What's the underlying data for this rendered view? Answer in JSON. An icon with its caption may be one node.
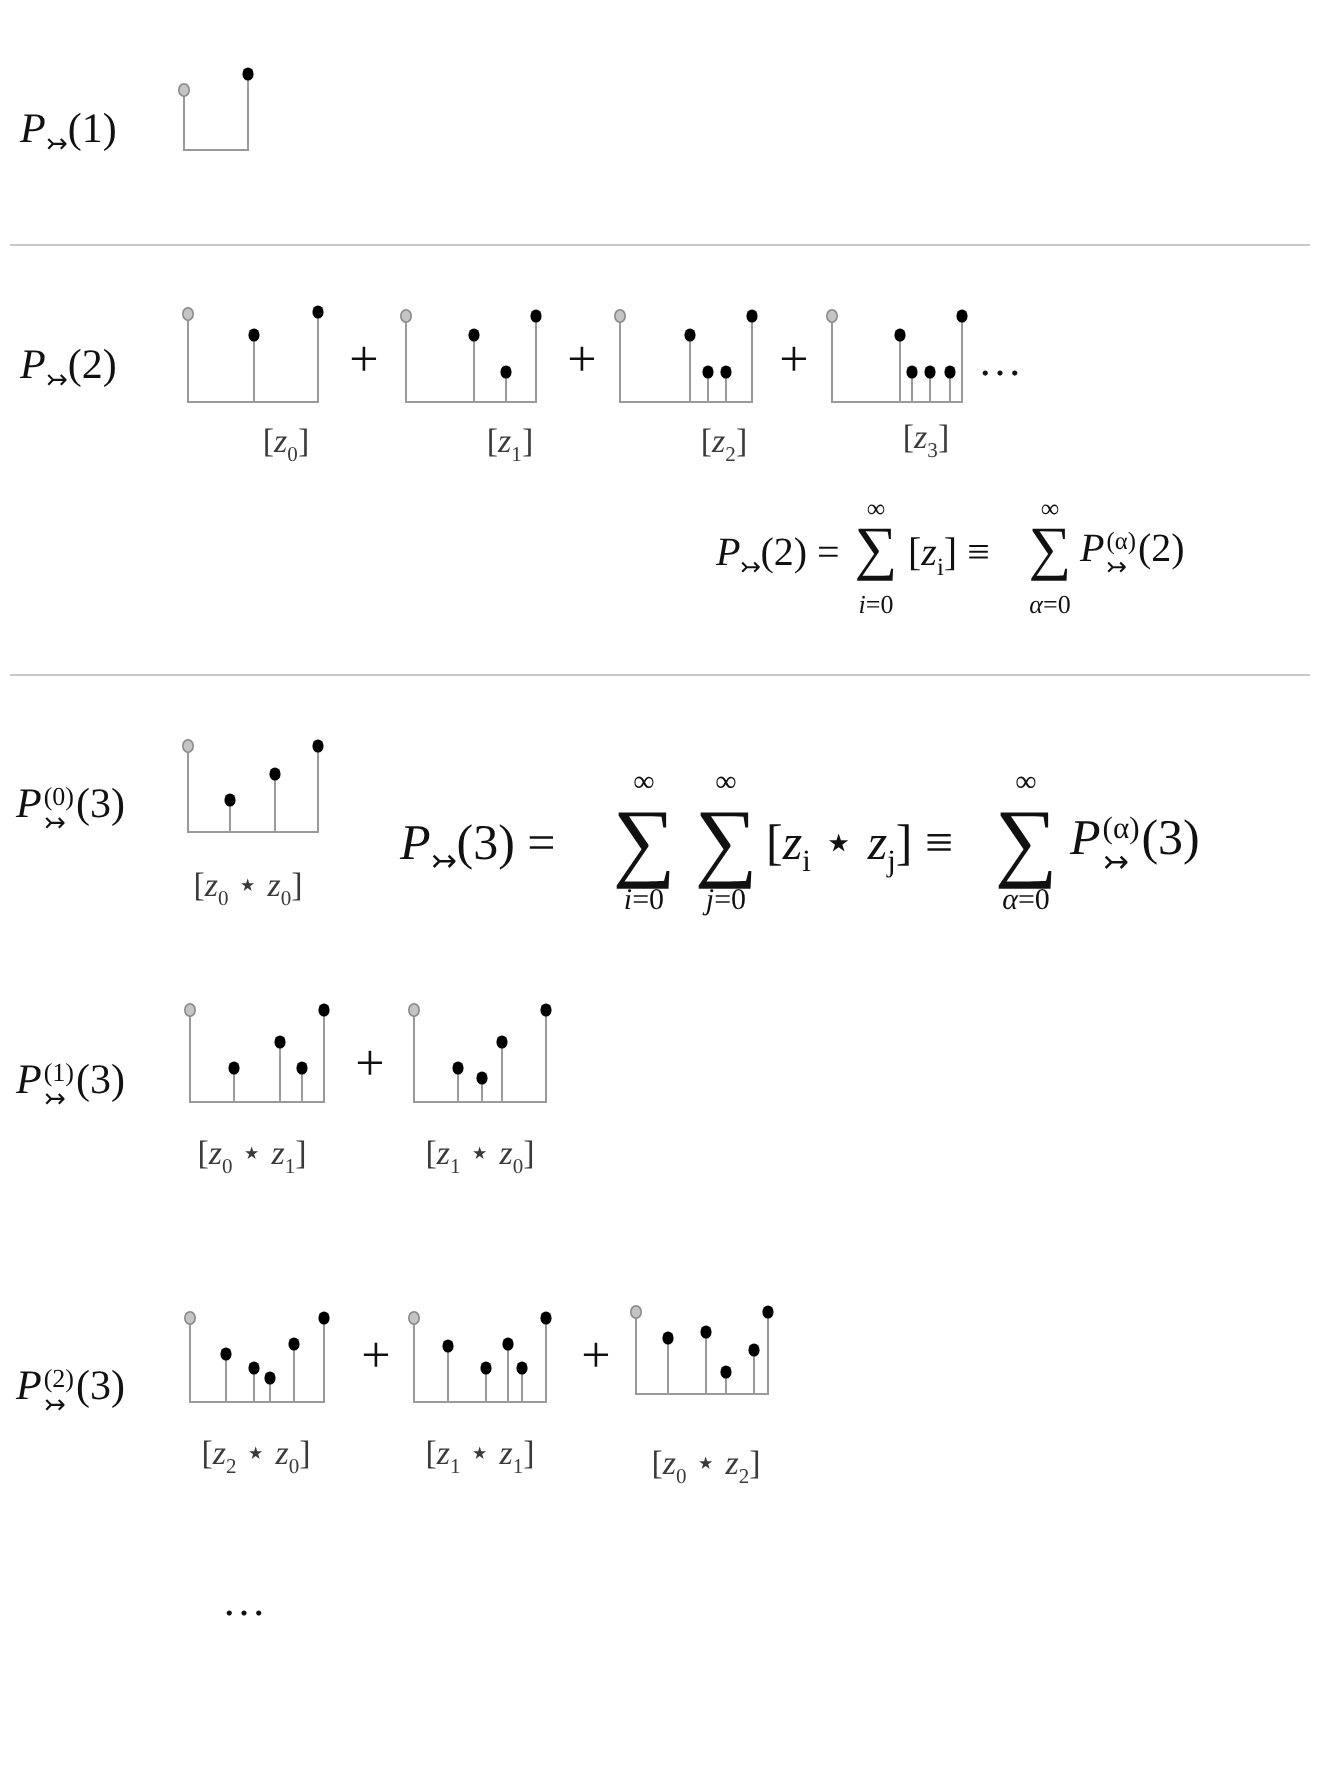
{
  "diagram": {
    "labels": [
      "*P*$_{↣}$(1)",
      "*P*$_{↣}$(2)",
      "+",
      "+",
      "+",
      "…",
      "[*z*$_{0}$]",
      "[*z*$_{1}$]",
      "[*z*$_{2}$]",
      "[*z*$_{3}$]",
      "∞",
      "∞",
      "*P*$_{↣}$(2) =",
      "∑",
      "[*z*$_{i}$] ≡",
      "∑",
      "*P*$^{(α)}$$_{↣}$(2)",
      "*i*=0",
      "*α*=0",
      "*P*$^{(0)}$$_{↣}$(3)",
      "∞",
      "∞",
      "∞",
      "*P*$_{↣}$(3) =",
      "∑",
      "∑",
      "[*z*$_{i}$ ⋆ *z*$_{j}$] ≡",
      "∑",
      "*P*$^{(α)}$$_{↣}$(3)",
      "[*z*$_{0}$ ⋆ *z*$_{0}$]",
      "*i*=0",
      "*j*=0",
      "*α*=0",
      "*P*$^{(1)}$$_{↣}$(3)",
      "+",
      "[*z*$_{0}$ ⋆ *z*$_{1}$]",
      "[*z*$_{1}$ ⋆ *z*$_{0}$]",
      "*P*$^{(2)}$$_{↣}$(3)",
      "+",
      "+",
      "[*z*$_{2}$ ⋆ *z*$_{0}$]",
      "[*z*$_{1}$ ⋆ *z*$_{1}$]",
      "[*z*$_{0}$ ⋆ *z*$_{2}$]",
      "…"
    ]
  }
}
